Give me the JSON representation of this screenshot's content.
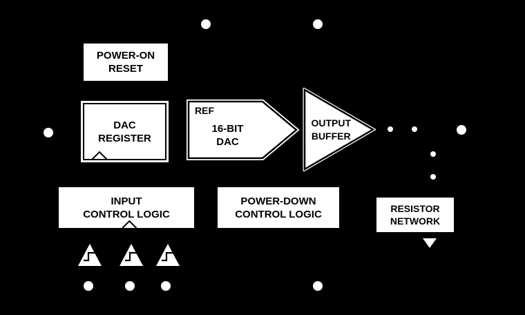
{
  "colors": {
    "background": "#000000",
    "shape_fill": "#ffffff",
    "outline": "#000000"
  },
  "blocks": {
    "power_on_reset": {
      "line1": "POWER-ON",
      "line2": "RESET"
    },
    "dac_register": {
      "line1": "DAC",
      "line2": "REGISTER"
    },
    "dac": {
      "ref": "REF",
      "line1": "16-BIT",
      "line2": "DAC"
    },
    "output_buffer": {
      "line1": "OUTPUT",
      "line2": "BUFFER"
    },
    "input_control_logic": {
      "line1": "INPUT",
      "line2": "CONTROL LOGIC"
    },
    "power_down_control_logic": {
      "line1": "POWER-DOWN",
      "line2": "CONTROL LOGIC"
    },
    "resistor_network": {
      "line1": "RESISTOR",
      "line2": "NETWORK"
    }
  },
  "icons": {
    "pin": "white-circle-pad",
    "clock_input": "edge-triggered-clock-triangle",
    "input_buffer": "schmitt-trigger-buffer-triangle",
    "output_arrow": "down-triangle",
    "connection_dot": "dotted-line-segment"
  }
}
